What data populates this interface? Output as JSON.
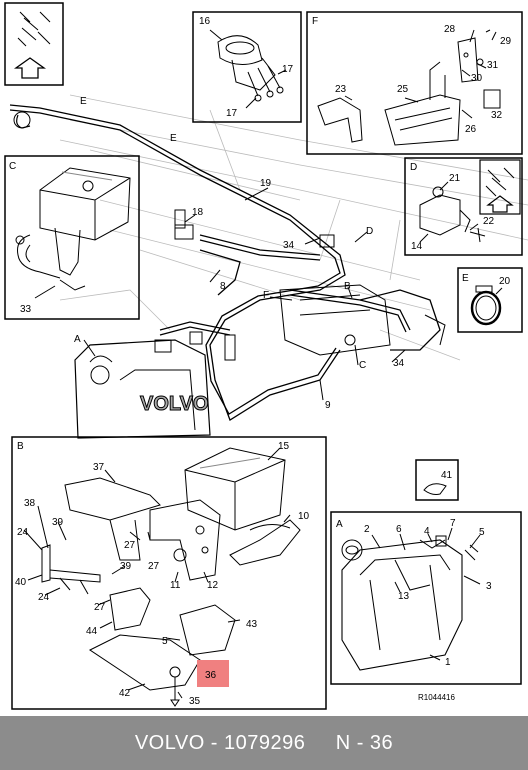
{
  "diagram": {
    "reference_code": "R1044416",
    "callouts": {
      "n2": "2",
      "n3": "3",
      "n4": "4",
      "n5": "5",
      "n6": "6",
      "n7": "7",
      "n8": "8",
      "n9": "9",
      "n10": "10",
      "n11": "11",
      "n12": "12",
      "n13": "13",
      "n14": "14",
      "n15": "15",
      "n16": "16",
      "n17a": "17",
      "n17b": "17",
      "n18": "18",
      "n19": "19",
      "n20": "20",
      "n21": "21",
      "n22": "22",
      "n23": "23",
      "n24a": "24",
      "n24b": "24",
      "n25": "25",
      "n26": "26",
      "n27a": "27",
      "n27b": "27",
      "n27c": "27",
      "n28": "28",
      "n29": "29",
      "n30": "30",
      "n31": "31",
      "n32": "32",
      "n33": "33",
      "n34a": "34",
      "n34b": "34",
      "n35": "35",
      "n36": "36",
      "n37": "37",
      "n38": "38",
      "n39a": "39",
      "n39b": "39",
      "n40": "40",
      "n41": "41",
      "n42": "42",
      "n43": "43",
      "n44": "44",
      "n1": "1"
    },
    "section_letters": {
      "a_main": "A",
      "a_inset": "A",
      "b_main": "B",
      "b_inset": "B",
      "c_main": "C",
      "c_inset": "C",
      "d_main": "D",
      "d_inset": "D",
      "e_main1": "E",
      "e_main2": "E",
      "e_inset": "E",
      "f_main": "F",
      "f_inset": "F"
    },
    "highlight_color": "#f08080"
  },
  "footer": {
    "brand": "VOLVO",
    "separator": " - ",
    "part_number": "1079296",
    "position_label": "N - 36"
  }
}
